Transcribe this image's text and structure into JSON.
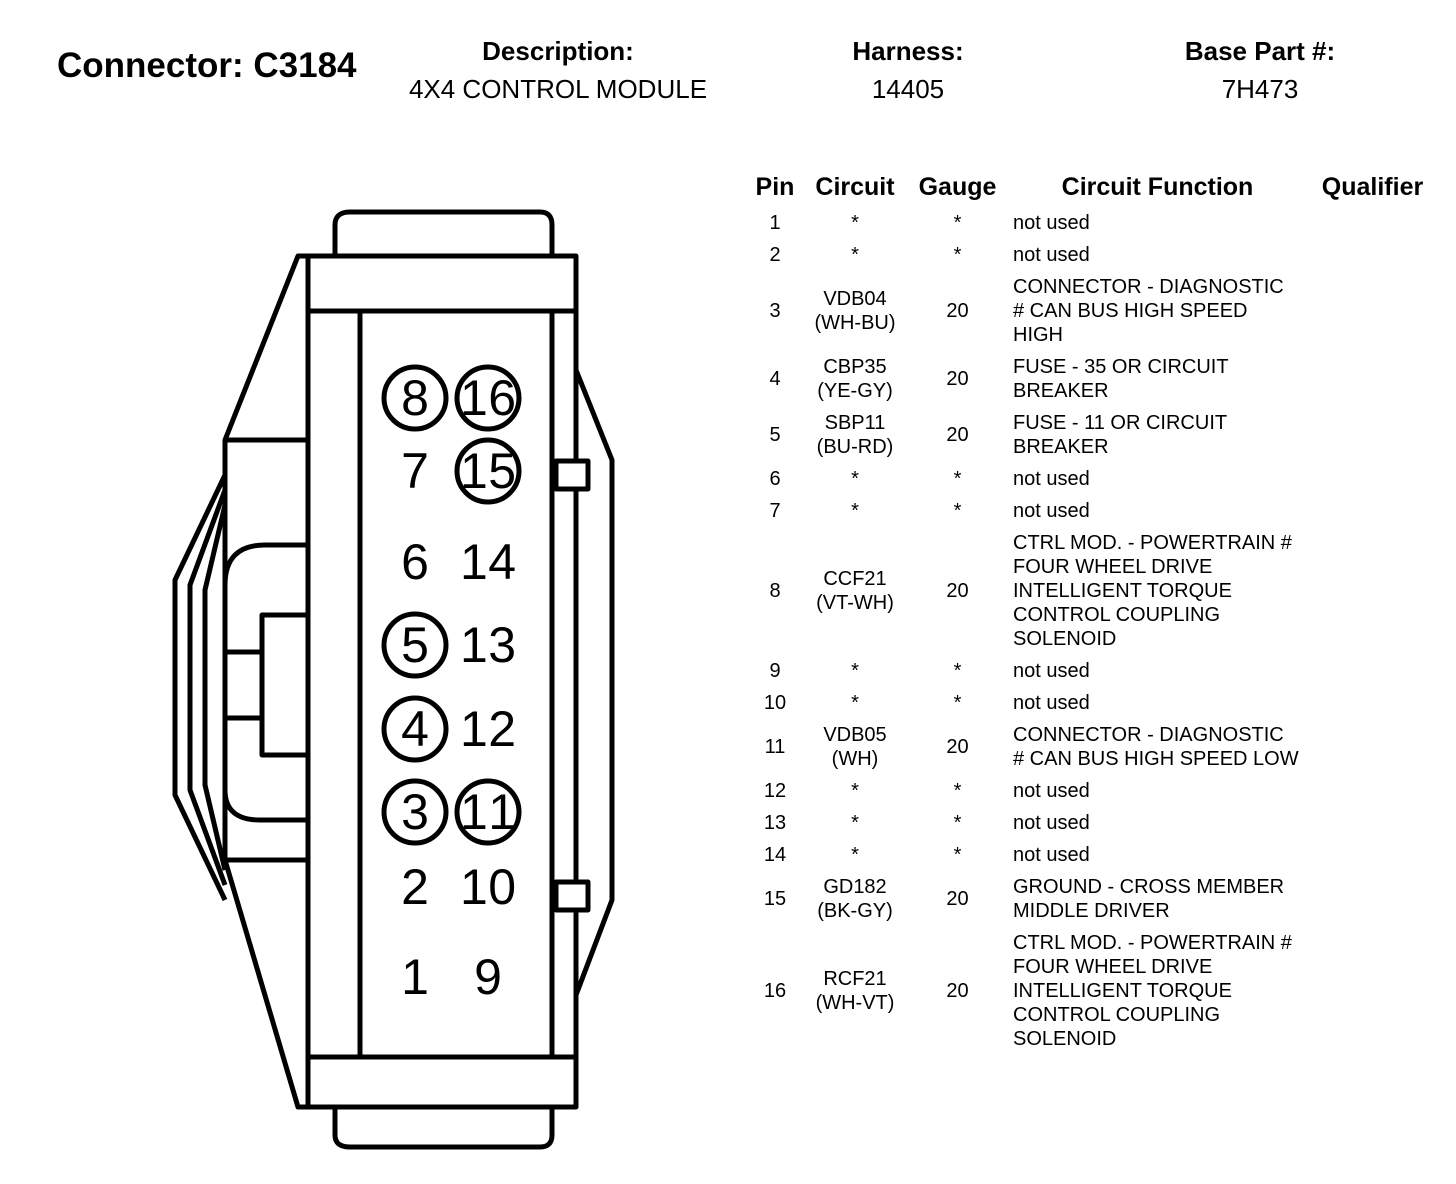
{
  "header": {
    "connector": "Connector: C3184",
    "description_label": "Description:",
    "description_value": "4X4 CONTROL MODULE",
    "harness_label": "Harness:",
    "harness_value": "14405",
    "part_label": "Base Part #:",
    "part_value": "7H473"
  },
  "table": {
    "headers": {
      "pin": "Pin",
      "circuit": "Circuit",
      "gauge": "Gauge",
      "function": "Circuit Function",
      "qualifier": "Qualifier"
    },
    "rows": [
      {
        "pin": "1",
        "circuit": [
          "*"
        ],
        "gauge": "*",
        "function": [
          "not used"
        ]
      },
      {
        "pin": "2",
        "circuit": [
          "*"
        ],
        "gauge": "*",
        "function": [
          "not used"
        ]
      },
      {
        "pin": "3",
        "circuit": [
          "VDB04",
          "(WH-BU)"
        ],
        "gauge": "20",
        "function": [
          "CONNECTOR - DIAGNOSTIC",
          "# CAN BUS HIGH SPEED",
          "HIGH"
        ]
      },
      {
        "pin": "4",
        "circuit": [
          "CBP35",
          "(YE-GY)"
        ],
        "gauge": "20",
        "function": [
          "FUSE - 35 OR CIRCUIT",
          "BREAKER"
        ]
      },
      {
        "pin": "5",
        "circuit": [
          "SBP11",
          "(BU-RD)"
        ],
        "gauge": "20",
        "function": [
          "FUSE - 11 OR CIRCUIT",
          "BREAKER"
        ]
      },
      {
        "pin": "6",
        "circuit": [
          "*"
        ],
        "gauge": "*",
        "function": [
          "not used"
        ]
      },
      {
        "pin": "7",
        "circuit": [
          "*"
        ],
        "gauge": "*",
        "function": [
          "not used"
        ]
      },
      {
        "pin": "8",
        "circuit": [
          "CCF21",
          "(VT-WH)"
        ],
        "gauge": "20",
        "function": [
          "CTRL MOD. - POWERTRAIN #",
          "FOUR WHEEL DRIVE",
          "INTELLIGENT TORQUE",
          "CONTROL COUPLING",
          "SOLENOID"
        ]
      },
      {
        "pin": "9",
        "circuit": [
          "*"
        ],
        "gauge": "*",
        "function": [
          "not used"
        ]
      },
      {
        "pin": "10",
        "circuit": [
          "*"
        ],
        "gauge": "*",
        "function": [
          "not used"
        ]
      },
      {
        "pin": "11",
        "circuit": [
          "VDB05",
          "(WH)"
        ],
        "gauge": "20",
        "function": [
          "CONNECTOR - DIAGNOSTIC",
          "# CAN BUS HIGH SPEED LOW"
        ]
      },
      {
        "pin": "12",
        "circuit": [
          "*"
        ],
        "gauge": "*",
        "function": [
          "not used"
        ]
      },
      {
        "pin": "13",
        "circuit": [
          "*"
        ],
        "gauge": "*",
        "function": [
          "not used"
        ]
      },
      {
        "pin": "14",
        "circuit": [
          "*"
        ],
        "gauge": "*",
        "function": [
          "not used"
        ]
      },
      {
        "pin": "15",
        "circuit": [
          "GD182",
          "(BK-GY)"
        ],
        "gauge": "20",
        "function": [
          "GROUND - CROSS MEMBER",
          "MIDDLE DRIVER"
        ]
      },
      {
        "pin": "16",
        "circuit": [
          "RCF21",
          "(WH-VT)"
        ],
        "gauge": "20",
        "function": [
          "CTRL MOD. - POWERTRAIN #",
          "FOUR WHEEL DRIVE",
          "INTELLIGENT TORQUE",
          "CONTROL COUPLING",
          "SOLENOID"
        ]
      }
    ]
  },
  "connector_pins": {
    "left_column": [
      "8",
      "7",
      "6",
      "5",
      "4",
      "3",
      "2",
      "1"
    ],
    "right_column": [
      "16",
      "15",
      "14",
      "13",
      "12",
      "11",
      "10",
      "9"
    ],
    "circled": [
      "8",
      "16",
      "15",
      "5",
      "4",
      "3",
      "11"
    ]
  }
}
